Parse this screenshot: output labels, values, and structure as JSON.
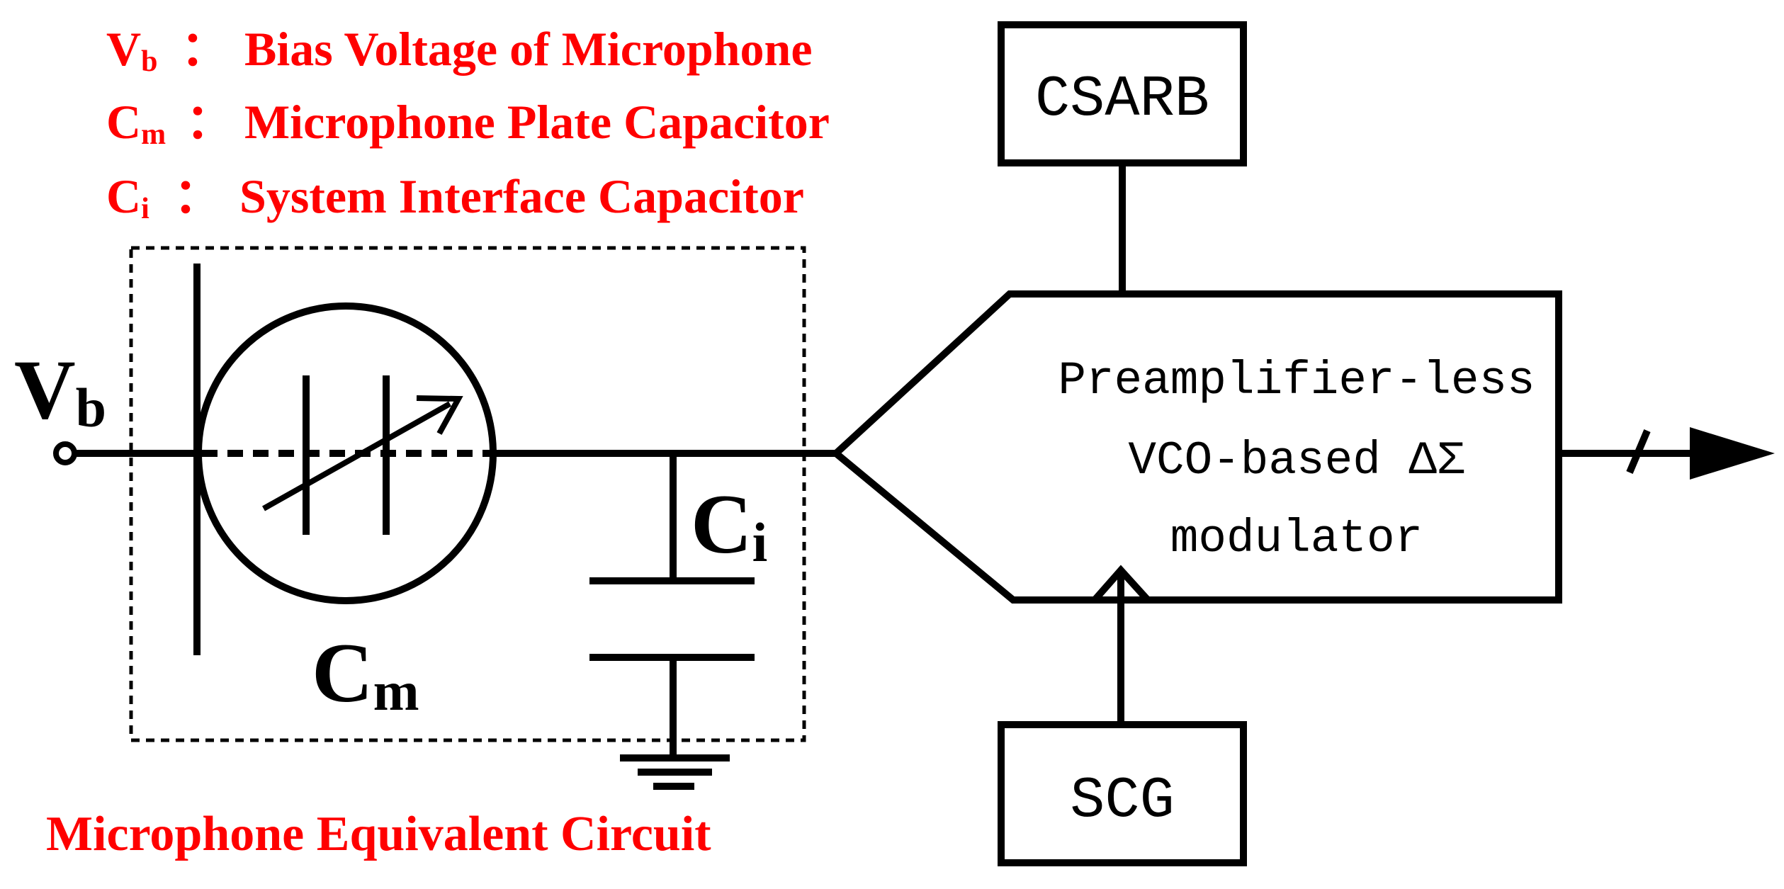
{
  "legend": [
    {
      "symbol": "V",
      "sub": "b",
      "sep": "：",
      "text": "Bias Voltage of Microphone"
    },
    {
      "symbol": "C",
      "sub": "m",
      "sep": "：",
      "text": "Microphone Plate Capacitor"
    },
    {
      "symbol": "C",
      "sub": "i",
      "sep": "：",
      "text": "System Interface Capacitor"
    }
  ],
  "caption": "Microphone Equivalent Circuit",
  "labels": {
    "vb": {
      "main": "V",
      "sub": "b"
    },
    "cm": {
      "main": "C",
      "sub": "m"
    },
    "ci": {
      "main": "C",
      "sub": "i"
    }
  },
  "blocks": {
    "csarb": "CSARB",
    "scg": "SCG",
    "modulator_lines": [
      "Preamplifier-less",
      "VCO-based ΔΣ",
      "modulator"
    ]
  },
  "colors": {
    "legend": "#ff0000",
    "lines": "#000000"
  }
}
